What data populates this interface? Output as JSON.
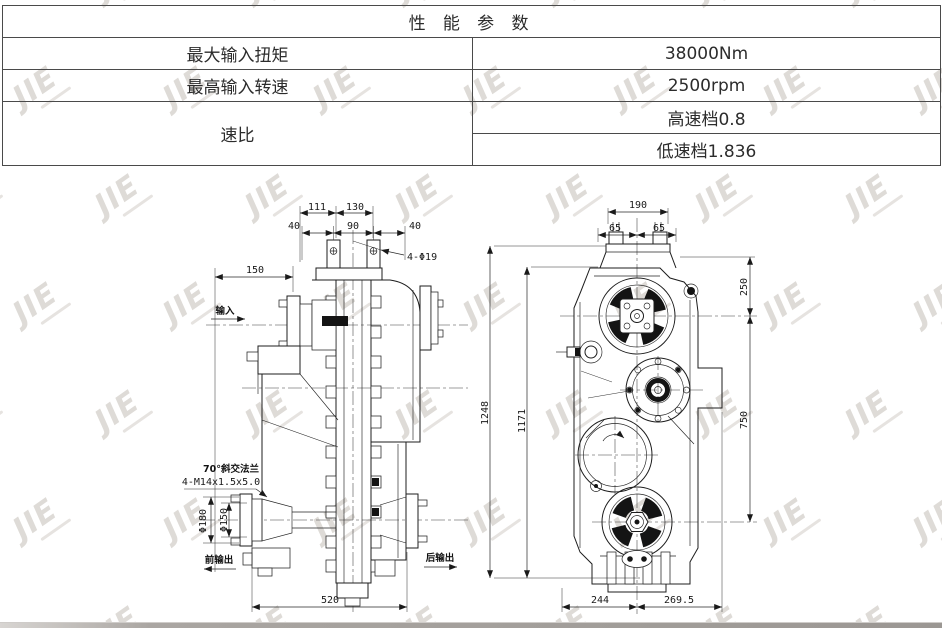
{
  "table": {
    "header": "性 能 参 数",
    "rows": [
      {
        "label": "最大输入扭矩",
        "value": "38000Nm"
      },
      {
        "label": "最高输入转速",
        "value": "2500rpm"
      },
      {
        "label": "速比",
        "value_high": "高速档0.8",
        "value_low": "低速档1.836"
      }
    ]
  },
  "watermark": {
    "text": "JIE"
  },
  "left_view": {
    "dims": {
      "d111": "111",
      "d130": "130",
      "d40a": "40",
      "d90": "90",
      "d40b": "40",
      "holes": "4-Φ19",
      "d150": "150",
      "phi180": "Φ180",
      "phi150": "Φ150",
      "d520": "520"
    },
    "labels": {
      "input": "输入",
      "note1": "70°斜交法兰",
      "note2": "4-M14x1.5x5.0",
      "front_output": "前输出",
      "rear_output": "后输出"
    }
  },
  "right_view": {
    "dims": {
      "d190": "190",
      "d65a": "65",
      "d65b": "65",
      "d1248": "1248",
      "d1171": "1171",
      "d250": "250",
      "d750": "750",
      "d244": "244",
      "d269": "269.5"
    }
  }
}
